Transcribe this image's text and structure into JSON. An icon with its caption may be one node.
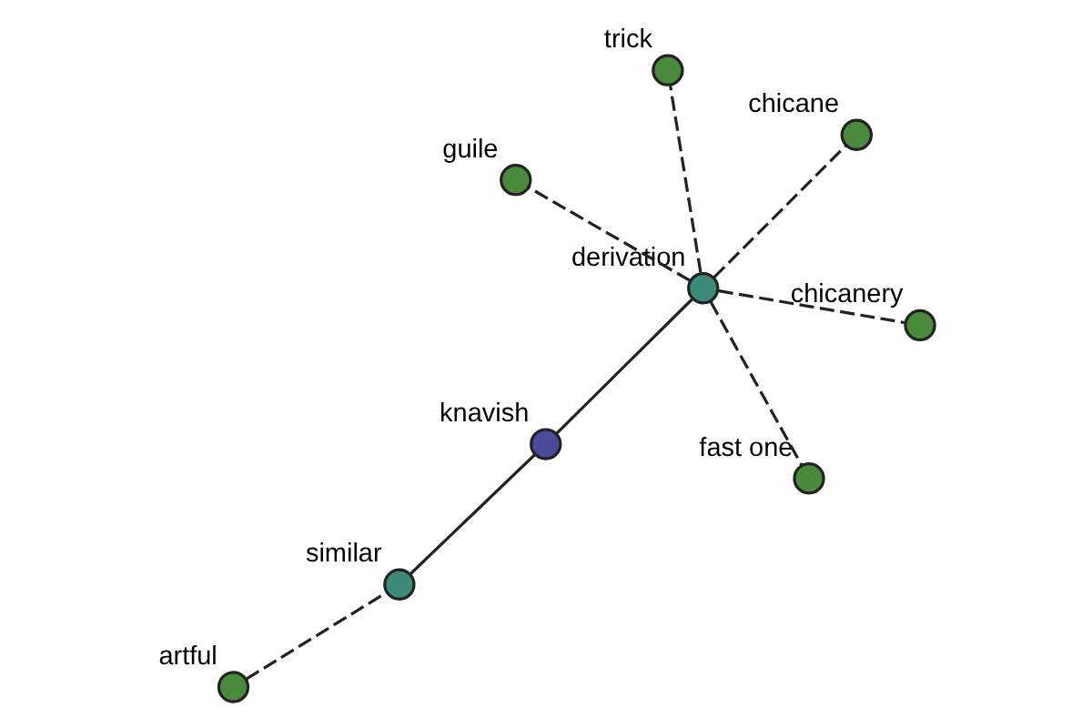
{
  "diagram": {
    "nodes": [
      {
        "text": [
          "artful"
        ]
      },
      {
        "text": [
          "similar"
        ]
      },
      {
        "text": [
          "knavish"
        ]
      },
      {
        "text": [
          "derivation"
        ]
      },
      {
        "text": [
          "chicane"
        ]
      },
      {
        "text": [
          "trick"
        ]
      },
      {
        "text": [
          "guile"
        ]
      },
      {
        "text": [
          "chicanery"
        ]
      },
      {
        "text": [
          "fast one"
        ]
      }
    ],
    "edges": [
      {
        "from": 0,
        "to": 1,
        "arrow": "none",
        "style": "dashed"
      },
      {
        "from": 1,
        "to": 2,
        "arrow": "none"
      },
      {
        "from": 2,
        "to": 3,
        "arrow": "none"
      },
      {
        "from": 3,
        "to": 4,
        "arrow": "none",
        "style": "dashed"
      },
      {
        "from": 3,
        "to": 5,
        "arrow": "none",
        "style": "dashed"
      },
      {
        "from": 3,
        "to": 6,
        "arrow": "none",
        "style": "dashed"
      },
      {
        "from": 3,
        "to": 7,
        "arrow": "none",
        "style": "dashed"
      },
      {
        "from": 3,
        "to": 8,
        "arrow": "none",
        "style": "dashed"
      }
    ]
  }
}
